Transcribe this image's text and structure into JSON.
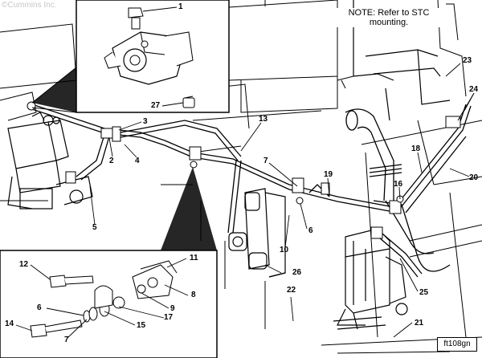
{
  "watermark": "©Cummins Inc.",
  "note": {
    "line1": "NOTE: Refer to STC",
    "line2": "mounting."
  },
  "figure_id": "ft108gn",
  "callouts": {
    "c1": "1",
    "c2": "2",
    "c3": "3",
    "c4": "4",
    "c5": "5",
    "c6": "6",
    "c7": "7",
    "c10": "10",
    "c13": "13",
    "c18": "18",
    "c19": "19",
    "c20": "20",
    "c21": "21",
    "c22": "22",
    "c23": "23",
    "c24": "24",
    "c25": "25",
    "c26": "26",
    "c27": "27",
    "d6": "6",
    "d7": "7",
    "d8": "8",
    "d9": "9",
    "d11": "11",
    "d12": "12",
    "d14": "14",
    "d15": "15",
    "d16": "16",
    "d17": "17"
  }
}
